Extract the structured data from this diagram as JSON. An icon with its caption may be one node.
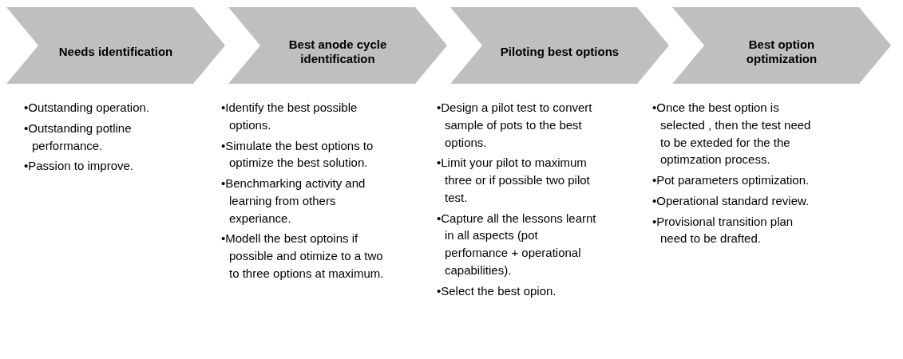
{
  "diagram": {
    "nodes": [
      {
        "text": [
          "Needs identification"
        ],
        "beside": [
          "•Outstanding operation.",
          "•Outstanding potline performance.",
          "•Passion to improve."
        ]
      },
      {
        "text": [
          "Best anode cycle identification"
        ],
        "beside": [
          "•Identify the best possible options.",
          "•Simulate the best options to optimize the best solution.",
          "•Benchmarking activity and learning from others experiance.",
          "•Modell the best optoins if possible and otimize to a two to three options at maximum."
        ]
      },
      {
        "text": [
          "Piloting best options"
        ],
        "beside": [
          "•Design a pilot test to convert sample of pots to the best options.",
          "•Limit your pilot to maximum three or if possible two pilot test.",
          "•Capture all the lessons learnt in all aspects (pot perfomance + operational capabilities).",
          "•Select the best opion."
        ]
      },
      {
        "text": [
          "Best option optimization"
        ],
        "beside": [
          "•Once the best option is selected , then the test need to be exteded for the the optimzation process.",
          "•Pot parameters optimization.",
          "•Operational standard review.",
          "•Provisional transition plan need to be drafted."
        ]
      }
    ]
  }
}
